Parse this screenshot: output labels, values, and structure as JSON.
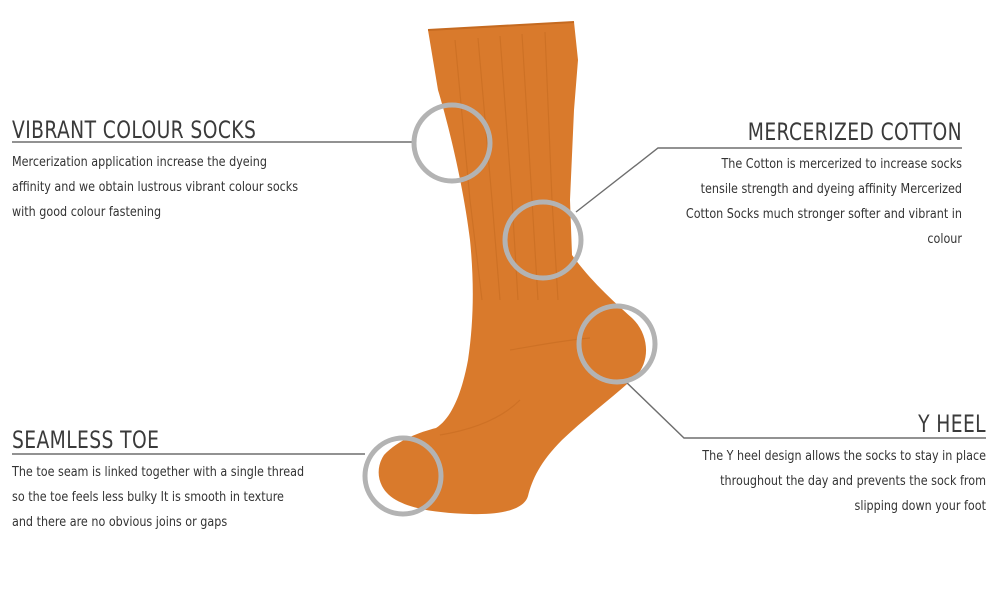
{
  "colors": {
    "sock": "#d97a2c",
    "sock_shadow": "#c56a20",
    "ring": "#b3b3b3",
    "line": "#6e6e6e"
  },
  "features": {
    "vibrant": {
      "title": "VIBRANT COLOUR SOCKS",
      "description": "Mercerization application increase the dyeing affinity and we obtain lustrous vibrant colour socks with good colour fastening"
    },
    "mercerized": {
      "title": "MERCERIZED COTTON",
      "description": "The Cotton is mercerized to increase socks tensile strength and dyeing affinity  Mercerized Cotton Socks much stronger  softer  and vibrant in colour"
    },
    "seamless": {
      "title": "SEAMLESS TOE",
      "description": "The toe seam is linked together with a single thread so the toe feels less bulky  It is smooth in texture and there are no obvious joins or gaps"
    },
    "yheel": {
      "title": "Y HEEL",
      "description": "The Y heel design allows the socks to stay in place throughout the day and prevents the sock from slipping down your foot"
    }
  }
}
